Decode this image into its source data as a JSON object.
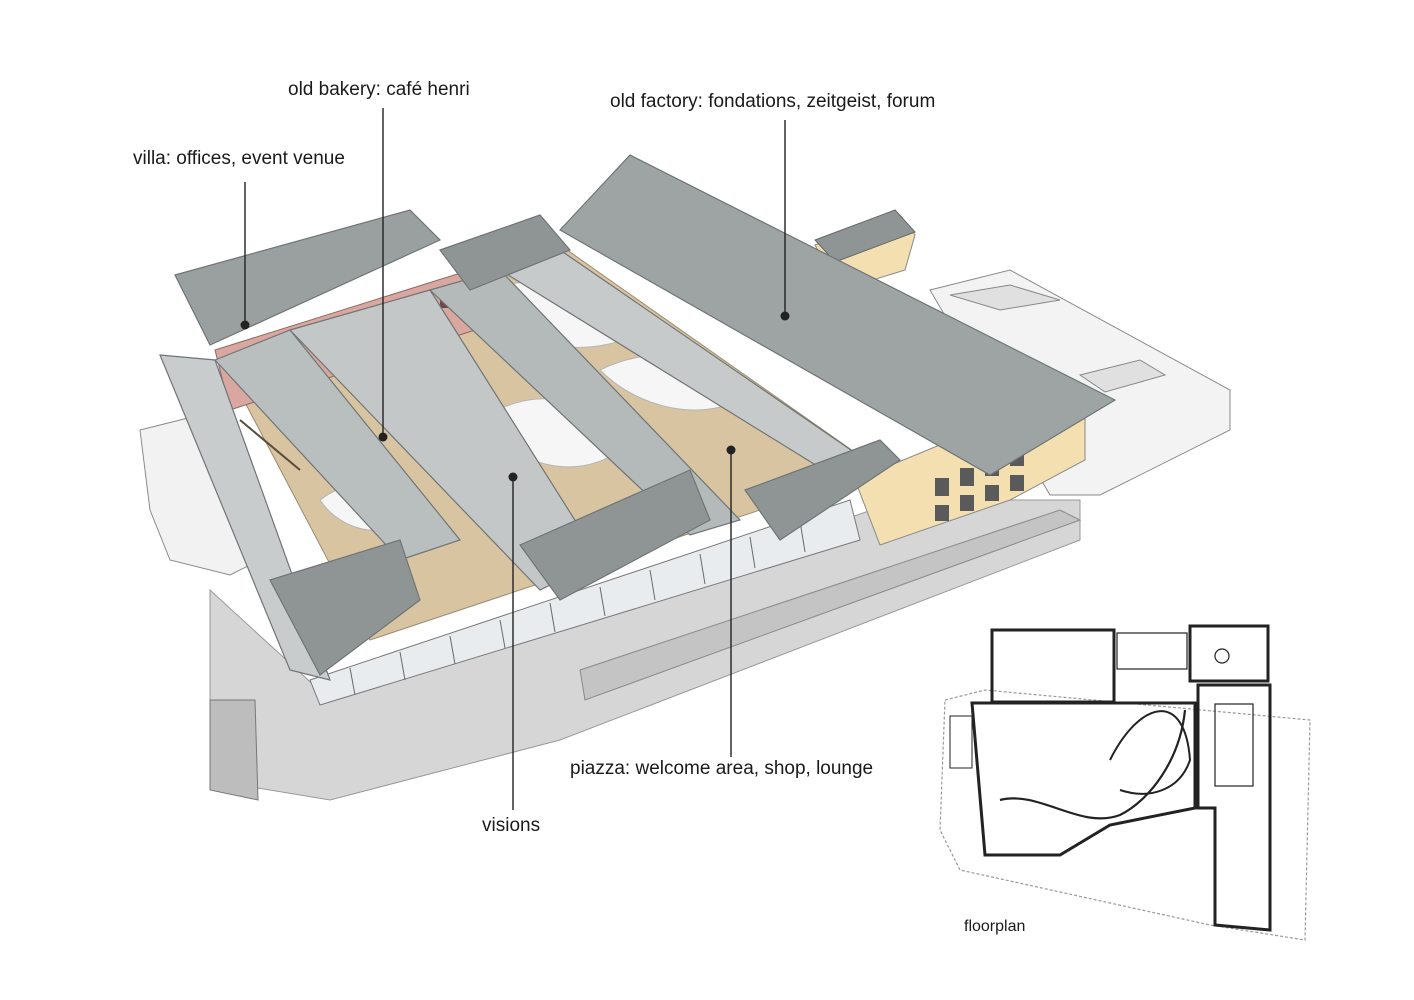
{
  "labels": {
    "villa": "villa: offices, event venue",
    "bakery": "old bakery: café henri",
    "factory": "old factory: fondations, zeitgeist, forum",
    "piazza": "piazza: welcome area, shop, lounge",
    "visions": "visions",
    "floorplan": "floorplan"
  },
  "colors": {
    "roof": "#9aa0a0",
    "roof_dark": "#8b9090",
    "glass": "#c9cdcf",
    "villa_wall": "#d9a7a0",
    "factory_wall": "#f3dfb0",
    "floor": "#d8c3a0",
    "ground": "#d4d4d4",
    "leader": "#222222"
  }
}
